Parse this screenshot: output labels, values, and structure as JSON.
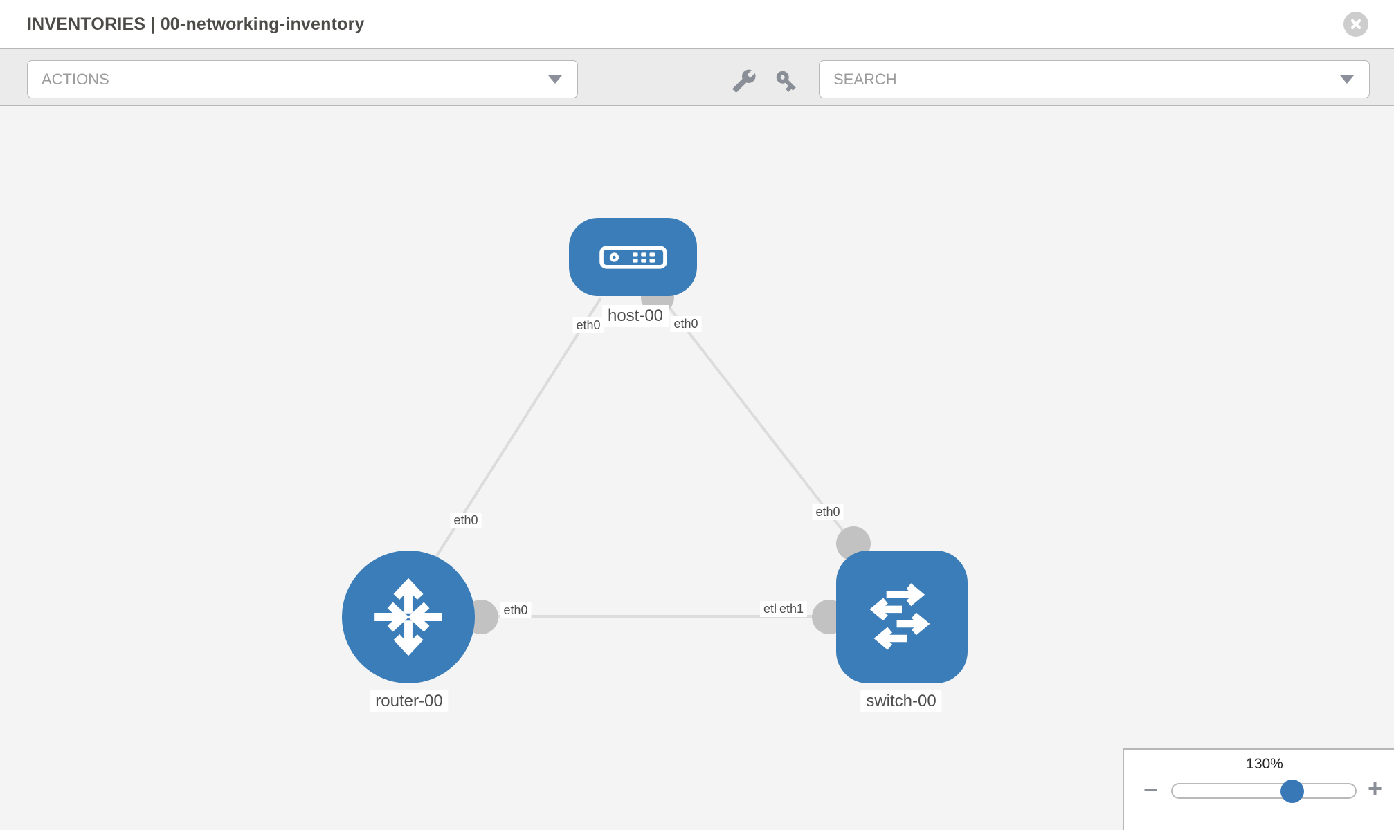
{
  "header": {
    "title": "INVENTORIES | 00-networking-inventory"
  },
  "toolbar": {
    "actions_label": "ACTIONS",
    "search_placeholder": "SEARCH",
    "icons": {
      "left_tool": "wrench-icon",
      "right_tool": "key-icon"
    }
  },
  "graph": {
    "nodes": [
      {
        "id": "host-00",
        "type": "host",
        "label": "host-00",
        "icon": "host-icon"
      },
      {
        "id": "router-00",
        "type": "router",
        "label": "router-00",
        "icon": "router-icon"
      },
      {
        "id": "switch-00",
        "type": "switch",
        "label": "switch-00",
        "icon": "switch-icon"
      }
    ],
    "edges": [
      {
        "source": "host-00",
        "target": "router-00",
        "source_label": "eth0",
        "target_label": "eth0"
      },
      {
        "source": "host-00",
        "target": "switch-00",
        "source_label": "eth0",
        "target_label": "eth0"
      },
      {
        "source": "router-00",
        "target": "switch-00",
        "source_label": "eth0",
        "target_labels": {
          "back": "eth0",
          "front": "eth1"
        }
      }
    ]
  },
  "zoom_control": {
    "level": "130%",
    "minus_label": "−",
    "plus_label": "+"
  },
  "colors": {
    "node_blue": "#3b7db8",
    "edge_gray": "#dcdcdc",
    "port_gray": "#c2c2c2",
    "toolbar_bg": "#ebebeb",
    "canvas_bg": "#f4f4f4",
    "border_gray": "#b7b7b7"
  }
}
